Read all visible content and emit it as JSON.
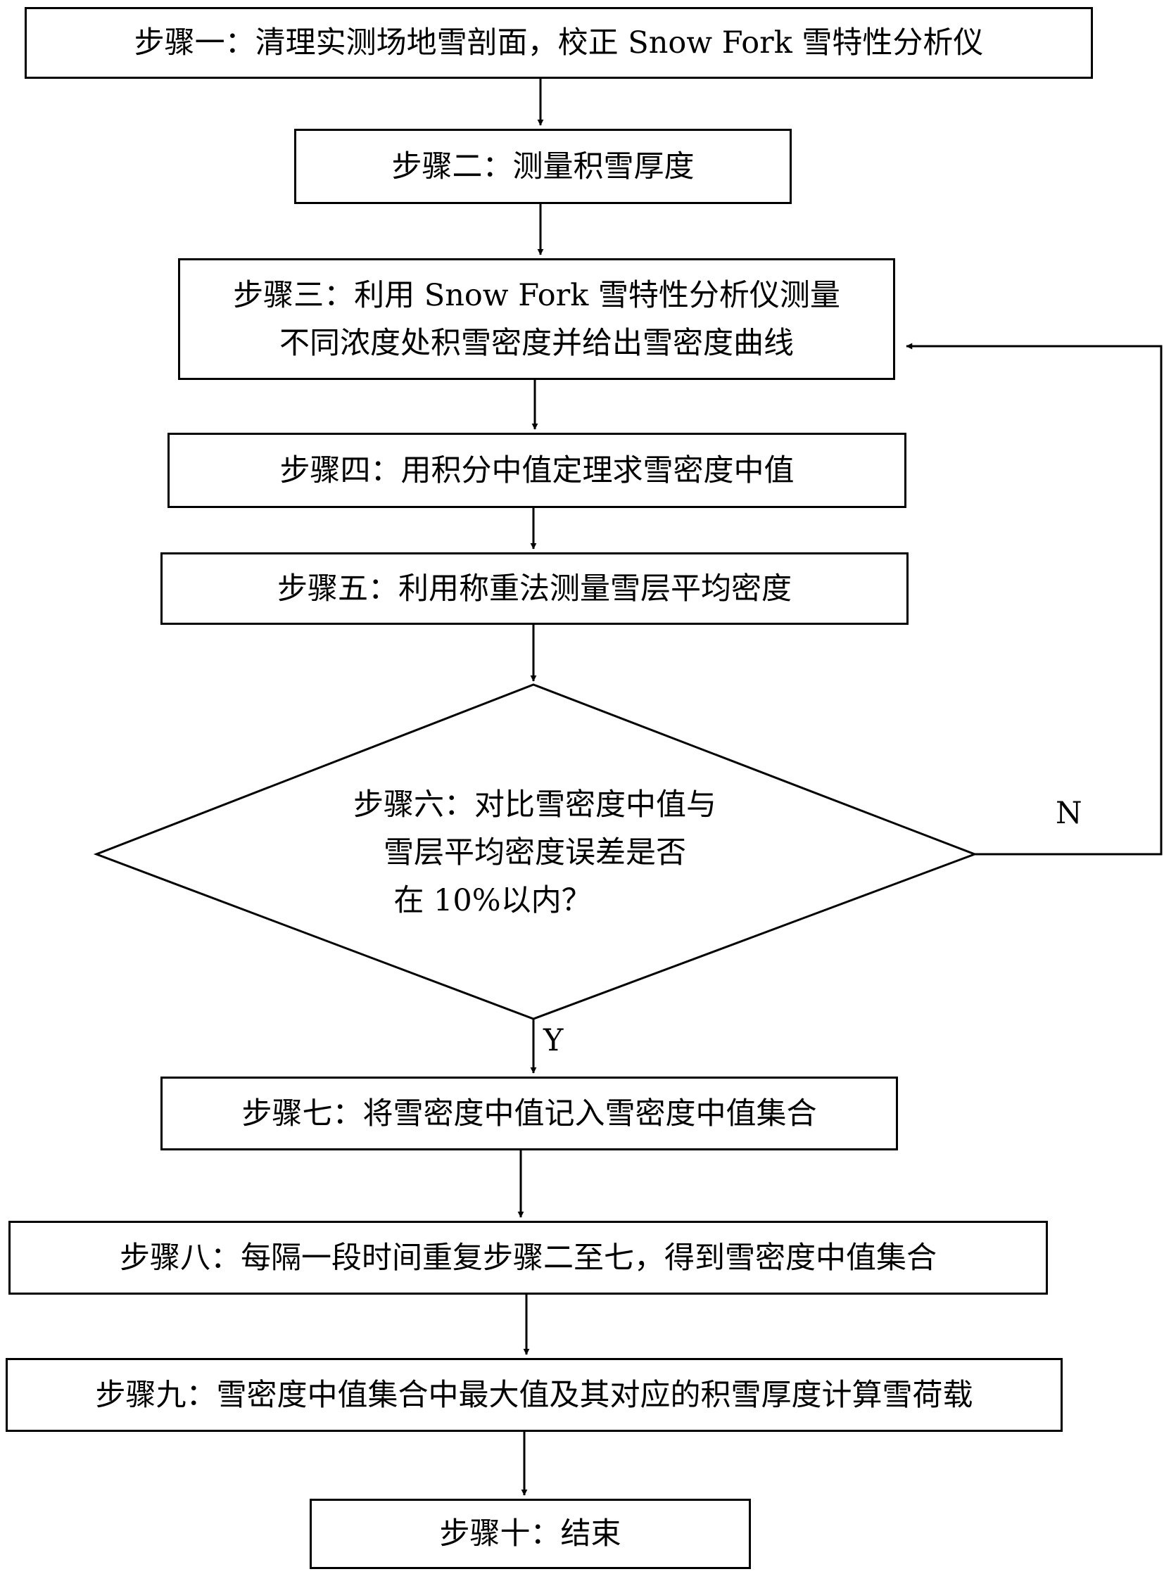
{
  "steps": {
    "s1": "步骤一：清理实测场地雪剖面，校正 Snow Fork 雪特性分析仪",
    "s2": "步骤二：测量积雪厚度",
    "s3_line1": "步骤三：利用 Snow Fork 雪特性分析仪测量",
    "s3_line2": "不同浓度处积雪密度并给出雪密度曲线",
    "s4": "步骤四：用积分中值定理求雪密度中值",
    "s5": "步骤五：利用称重法测量雪层平均密度",
    "s6_line1": "步骤六：对比雪密度中值与",
    "s6_line2": "雪层平均密度误差是否",
    "s6_line3": "在 10%以内？",
    "s7": "步骤七：将雪密度中值记入雪密度中值集合",
    "s8": "步骤八：每隔一段时间重复步骤二至七，得到雪密度中值集合",
    "s9": "步骤九：雪密度中值集合中最大值及其对应的积雪厚度计算雪荷载",
    "s10": "步骤十：结束"
  },
  "edge_labels": {
    "no": "N",
    "yes": "Y"
  }
}
